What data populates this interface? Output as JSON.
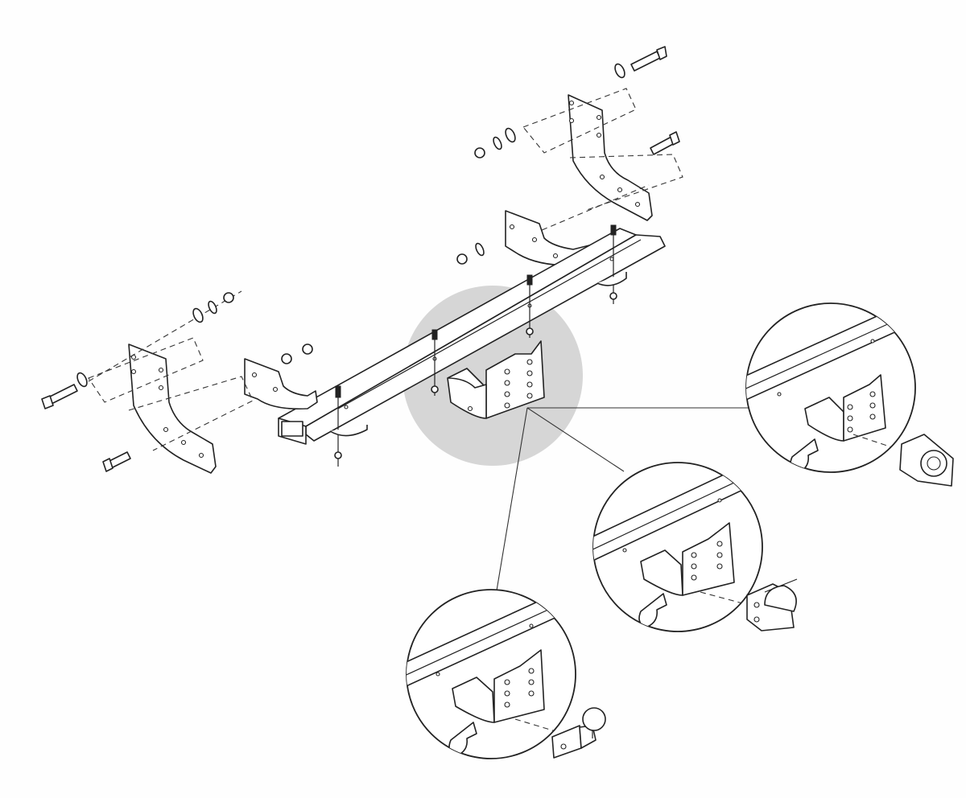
{
  "diagram": {
    "kind": "exploded-assembly",
    "subject": "",
    "callouts": [
      {
        "id": "option-1",
        "accessory": "tow-eye"
      },
      {
        "id": "option-2",
        "accessory": "pintle-hook"
      },
      {
        "id": "option-3",
        "accessory": "tow-ball"
      }
    ],
    "colors": {
      "line": "#222222",
      "highlight": "#d6d6d6",
      "background": "#ffffff"
    }
  }
}
